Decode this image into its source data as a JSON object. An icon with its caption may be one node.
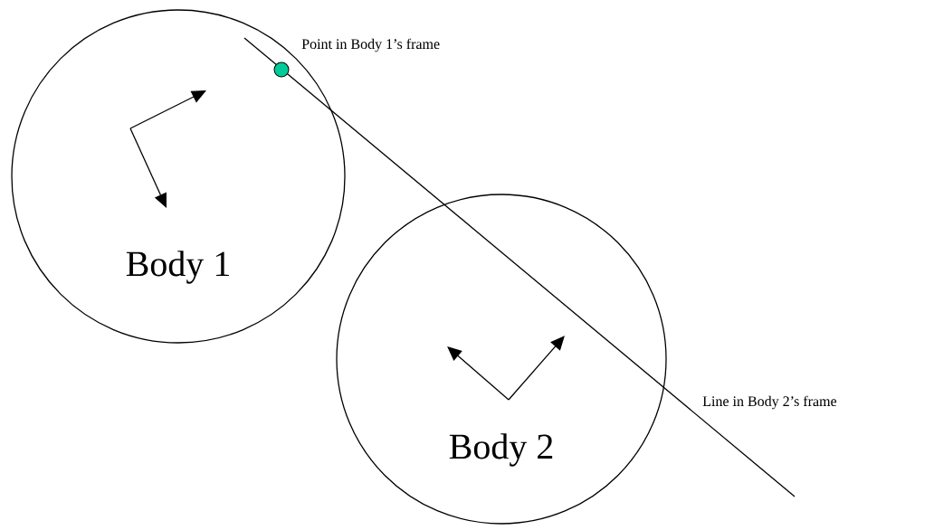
{
  "diagram": {
    "nodes": [
      {
        "text": [
          "Body 1"
        ]
      },
      {
        "text": [
          "Body 2"
        ]
      },
      {
        "text": [],
        "shape": "circle",
        "in": 0,
        "beside": [
          "Point in Body 1’s frame"
        ]
      }
    ],
    "labels": [
      "Line in Body 2’s frame"
    ]
  }
}
